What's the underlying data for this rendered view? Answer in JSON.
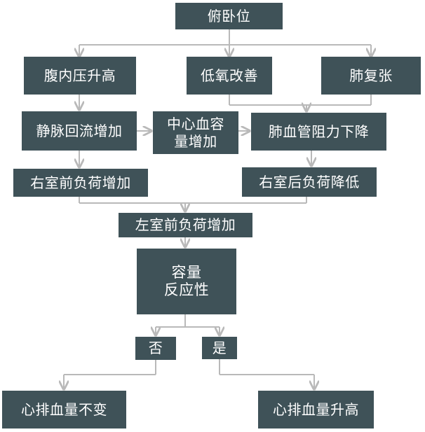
{
  "nodes": {
    "prone": "俯卧位",
    "abdominal_pressure": "腹内压升高",
    "hypoxemia_improve": "低氧改善",
    "lung_reexpansion": "肺复张",
    "venous_return": "静脉回流增加",
    "central_volume": "中心血容\n量增加",
    "pulm_resistance": "肺血管阻力下降",
    "rv_preload": "右室前负荷增加",
    "rv_afterload": "右室后负荷降低",
    "lv_preload": "左室前负荷增加",
    "fluid_resp": "容量\n反应性",
    "no": "否",
    "yes": "是",
    "co_unchanged": "心排血量不变",
    "co_increase": "心排血量升高"
  },
  "colors": {
    "box": "#3f5258",
    "line": "#b9b9b9",
    "text": "#ffffff"
  }
}
